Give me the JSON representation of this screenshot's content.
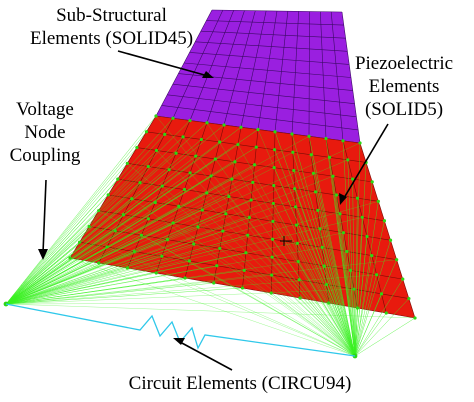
{
  "labels": {
    "sub_structural": {
      "line1": "Sub-Structural",
      "line2": "Elements (SOLID45)"
    },
    "piezoelectric": {
      "line1": "Piezoelectric",
      "line2": "Elements",
      "line3": "(SOLID5)"
    },
    "voltage_coupling": {
      "line1": "Voltage",
      "line2": "Node",
      "line3": "Coupling"
    },
    "circuit": {
      "line1": "Circuit Elements (CIRCU94)"
    }
  },
  "colors": {
    "substructure": "#9a1fe0",
    "substructure_grid": "#3c0a66",
    "piezo": "#e81a0e",
    "piezo_grid": "#7a0b05",
    "coupling": "#39f020",
    "node": "#2bd814",
    "circuit": "#2fc8ea",
    "arrow": "#000000"
  }
}
